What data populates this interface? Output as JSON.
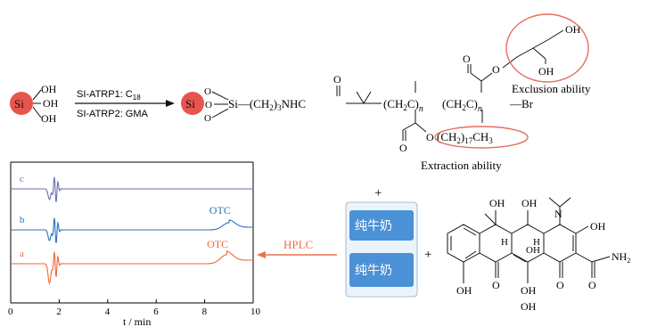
{
  "colors": {
    "sphere": "#e8554e",
    "highlight": "#e36f5e",
    "arrow_red": "#e9714f",
    "line_a": "#f0653b",
    "line_b": "#2a6fbf",
    "line_c": "#6a6db5",
    "axis": "#000000",
    "milk_pack": "#2f7fd0"
  },
  "reaction": {
    "si_label": "Si",
    "oh_labels": [
      "OH",
      "OH",
      "OH"
    ],
    "step1": "SI-ATRP1: C",
    "step1_sub": "18",
    "step2": "SI-ATRP2: GMA",
    "linker_prefix": "Si—(CH",
    "linker_sub": "2",
    "linker_suffix": ")",
    "linker_sub2": "3",
    "linker_tail": "NHC",
    "carbonyl_o": "O",
    "monomer1": "(CH",
    "monomer2": "(CH",
    "ch2_sub": "2",
    "c_label": "C)",
    "n_label": "n",
    "br_label": "—Br",
    "ester_o_top": "O",
    "ester_o_bottom": "O",
    "diol_oh1": "OH",
    "diol_oh2": "OH",
    "alkyl_label": "(CH",
    "alkyl_sub": "2",
    "alkyl_suffix": ")",
    "alkyl_sub2": "17",
    "alkyl_ch3": "CH",
    "alkyl_ch3_sub": "3",
    "exclusion_label": "Exclusion ability",
    "extraction_label": "Extraction ability",
    "bottom_o": "O"
  },
  "analysis": {
    "hplc_label": "HPLC",
    "plus_top": "+",
    "plus_mid": "+",
    "milk_text_top": "纯牛奶",
    "milk_text_bottom": "纯牛奶",
    "tc_labels": {
      "n": "N",
      "oh_top1": "OH",
      "oh_top2": "OH",
      "oh_right": "OH",
      "oh_ring": "OH",
      "h1": "H",
      "h2": "H",
      "o1": "O",
      "o2": "O",
      "o3": "O",
      "nh2": "NH",
      "nh2_sub": "2",
      "oh_b1": "OH",
      "oh_b2": "OH",
      "oh_b3": "OH"
    }
  },
  "chart_data": {
    "type": "line",
    "title": "",
    "xlabel": "t / min",
    "ylabel": "",
    "xlim": [
      0,
      10
    ],
    "xticks": [
      0,
      2,
      4,
      6,
      8,
      10
    ],
    "grid": false,
    "series": [
      {
        "name": "a",
        "color": "#f0653b",
        "offset": 0,
        "peak_label": "OTC",
        "otc_peak": 8.9
      },
      {
        "name": "b",
        "color": "#2a6fbf",
        "offset": 1,
        "peak_label": "OTC",
        "otc_peak": 9.0
      },
      {
        "name": "c",
        "color": "#6a6db5",
        "offset": 2,
        "peak_label": "",
        "otc_peak": null
      }
    ]
  }
}
